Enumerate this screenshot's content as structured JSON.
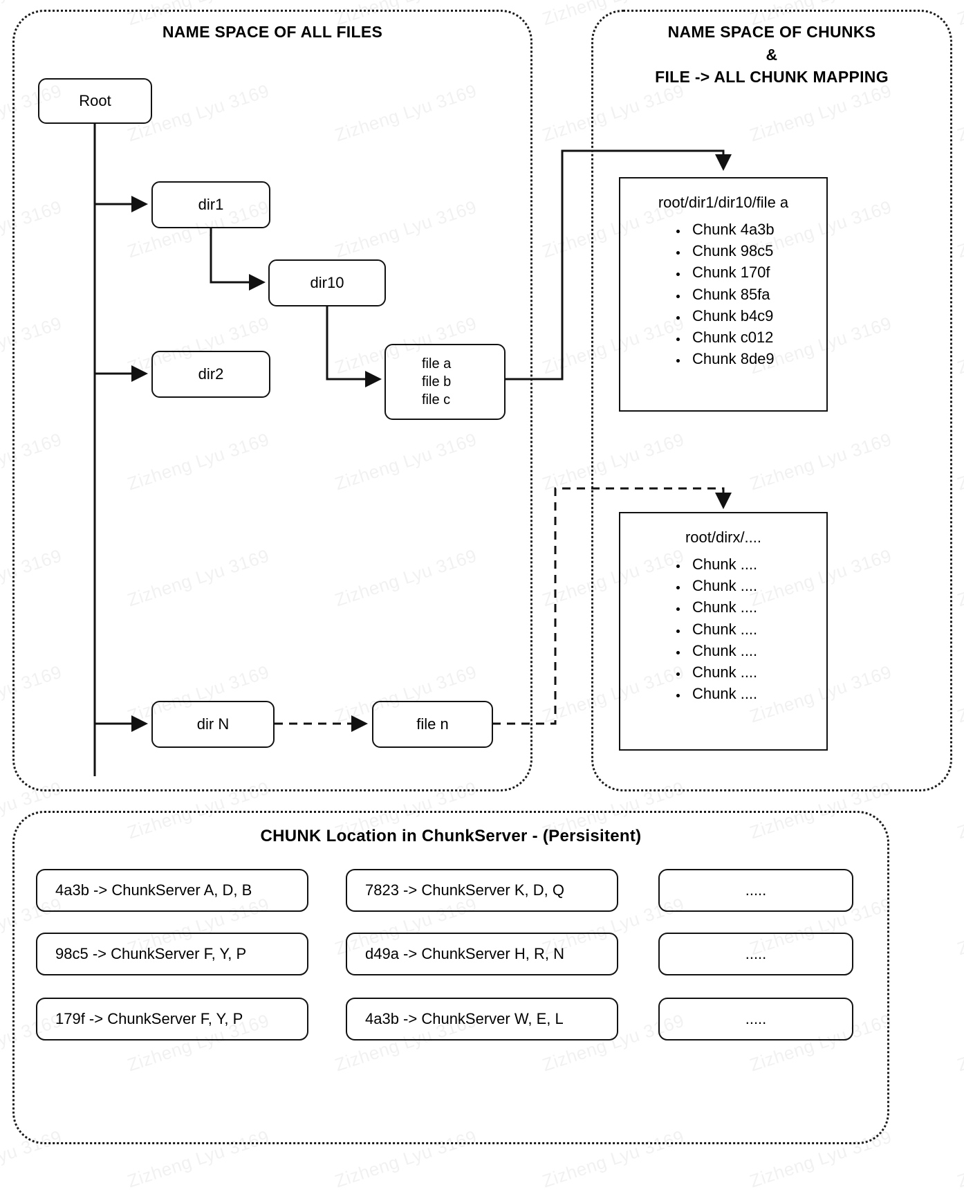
{
  "panels": {
    "files": {
      "title": "NAME SPACE OF ALL FILES"
    },
    "chunks": {
      "title": "NAME SPACE OF CHUNKS\n&\nFILE -> ALL CHUNK MAPPING"
    },
    "locations": {
      "title": "CHUNK Location in ChunkServer - (Persisitent)"
    }
  },
  "tree": {
    "root": "Root",
    "dir1": "dir1",
    "dir10": "dir10",
    "dir2": "dir2",
    "dirN": "dir N",
    "files": {
      "a": "file a",
      "b": "file b",
      "c": "file c"
    },
    "fileN": "file n"
  },
  "mapping": [
    {
      "path": "root/dir1/dir10/file a",
      "chunks": [
        "Chunk 4a3b",
        "Chunk 98c5",
        "Chunk 170f",
        "Chunk 85fa",
        "Chunk b4c9",
        "Chunk c012",
        "Chunk 8de9"
      ]
    },
    {
      "path": "root/dirx/....",
      "chunks": [
        "Chunk ....",
        "Chunk ....",
        "Chunk ....",
        "Chunk ....",
        "Chunk ....",
        "Chunk ....",
        "Chunk ...."
      ]
    }
  ],
  "chunk_locations": {
    "col1": [
      "4a3b -> ChunkServer A, D, B",
      "98c5 -> ChunkServer F, Y, P",
      "179f -> ChunkServer F, Y, P"
    ],
    "col2": [
      "7823 -> ChunkServer K, D, Q",
      "d49a -> ChunkServer H, R, N",
      "4a3b -> ChunkServer W, E, L"
    ],
    "col3": [
      ".....",
      ".....",
      "....."
    ]
  },
  "watermark": {
    "text": "Zizheng Lyu 3169"
  }
}
